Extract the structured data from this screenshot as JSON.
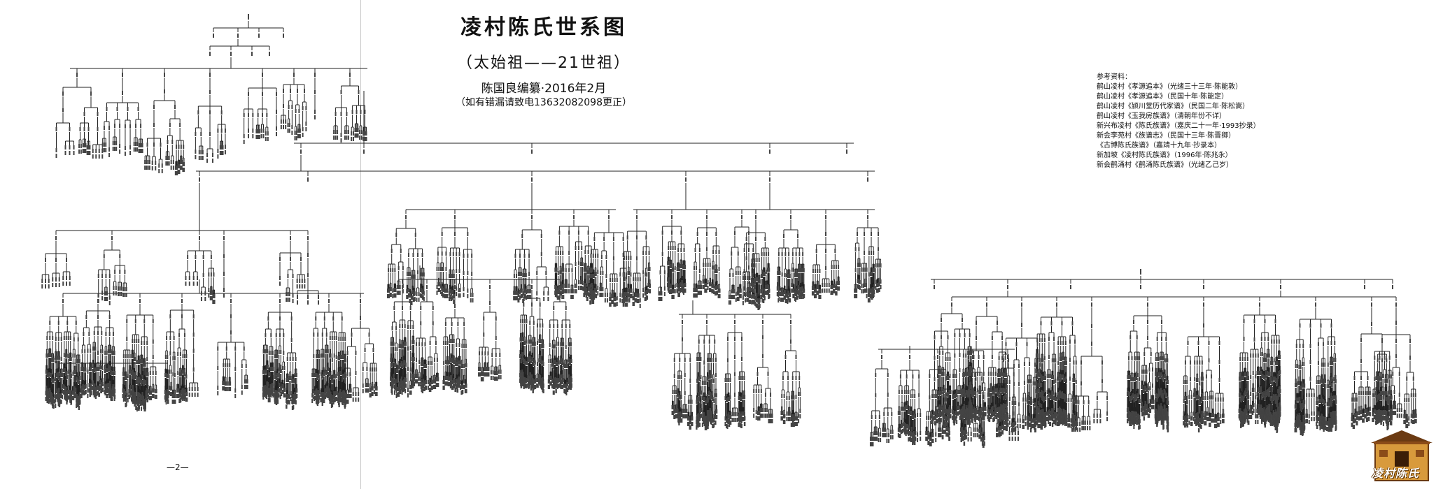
{
  "title": "凌村陈氏世系图",
  "subtitle": "（太始祖——21世祖）",
  "compiler": "陈国良编纂·2016年2月",
  "notice": "（如有错漏请致电13632082098更正）",
  "references": {
    "heading": "参考资料：",
    "items": [
      "鹤山凌村《孝源追本》（光绪三十三年·陈能敦）",
      "鹤山凌村《孝源追本》（民国十年·陈能定）",
      "鹤山凌村《颍川堂历代家谱》（民国二年·陈松嵩）",
      "鹤山凌村《玉我房族谱》（清朝年份不详）",
      "新兴布凌村《陈氏族谱》（嘉庆二十一年·1993抄录）",
      "新会李苑村《族谱志》（民国十三年·陈晋卿）",
      "《古博陈氏族谱》（嘉靖十九年·抄录本）",
      "新加坡《凌村陈氏族谱》（1996年·陈兆永）",
      "新会鹤涌村《鹤涌陈氏族谱》（光绪乙己岁）"
    ]
  },
  "page_number": "—2—",
  "logo": {
    "text": "凌村陈氏",
    "colors": {
      "roof": "#6b3a12",
      "wall": "#d89a3c",
      "door": "#3a1d07"
    }
  },
  "colors": {
    "line": "#222222",
    "background": "#ffffff",
    "divider": "#c8c8c8"
  }
}
